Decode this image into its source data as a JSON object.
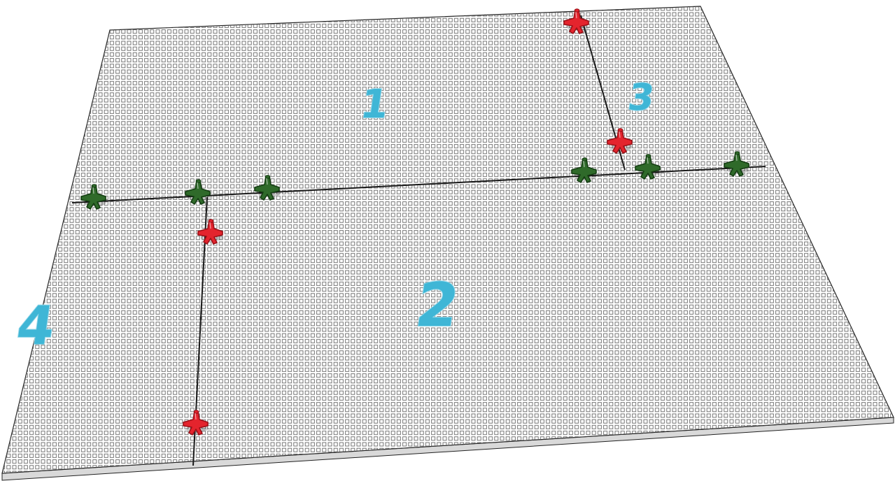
{
  "title": "",
  "colors": {
    "background": "#ffffff",
    "plate": "#ffffff",
    "stud_outline": "#5f5f5f",
    "divider_line": "#1a1a1a",
    "region_label": "#3fb6d6",
    "region_label_outline": "#9ad9ea",
    "peg_red": "#e4242d",
    "peg_red_dark": "#9b1017",
    "peg_green": "#2f6a2a",
    "peg_green_dark": "#143d12"
  },
  "regions": [
    {
      "id": "region-1",
      "label": "1"
    },
    {
      "id": "region-2",
      "label": "2"
    },
    {
      "id": "region-3",
      "label": "3"
    },
    {
      "id": "region-4",
      "label": "4"
    }
  ],
  "pegs": {
    "red": [
      {
        "id": "top-right-edge"
      },
      {
        "id": "region-1-3-divider"
      },
      {
        "id": "left-vertical-divider"
      },
      {
        "id": "bottom-edge"
      }
    ],
    "green": [
      {
        "id": "left-edge"
      },
      {
        "id": "left-intersection"
      },
      {
        "id": "horizontal-1"
      },
      {
        "id": "horizontal-2"
      },
      {
        "id": "right-intersection"
      },
      {
        "id": "right-edge"
      }
    ],
    "red_icon": "cross-peg-icon",
    "green_icon": "cross-peg-icon"
  }
}
